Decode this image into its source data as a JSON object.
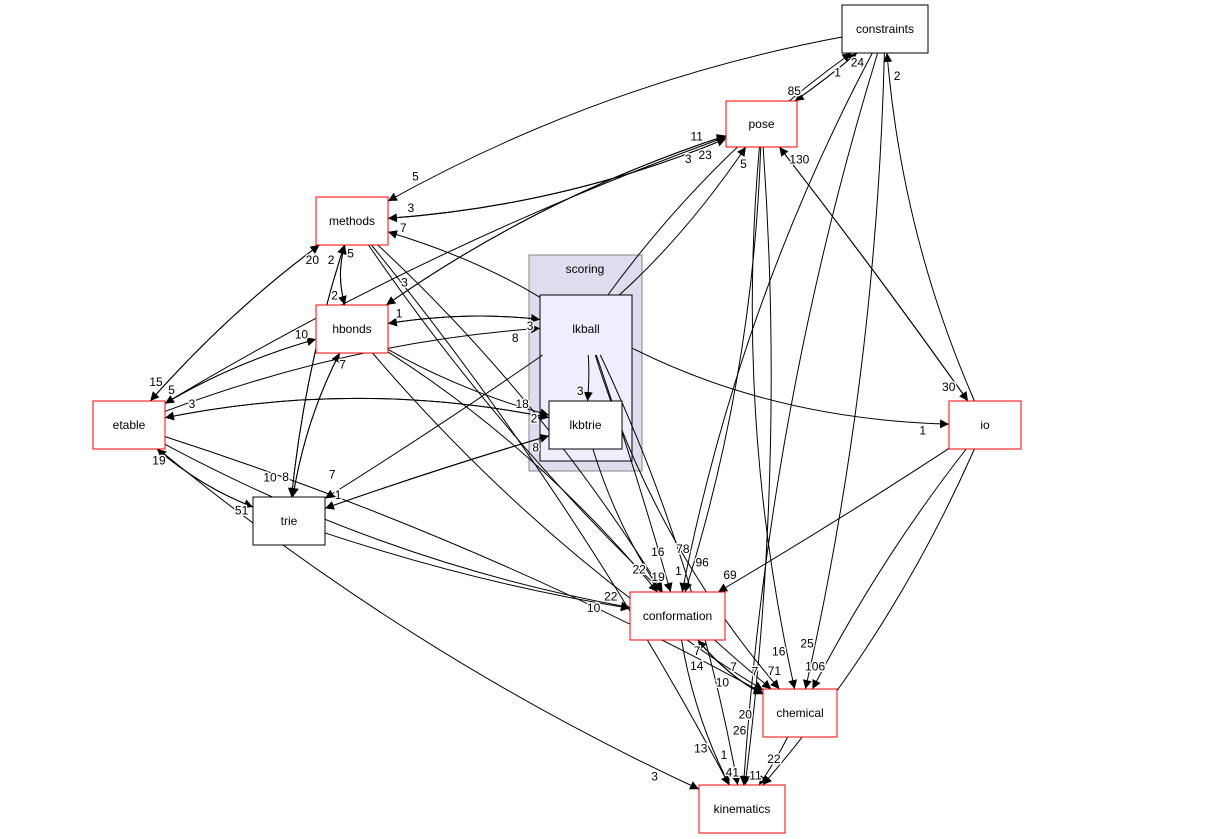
{
  "cluster": {
    "label": "scoring",
    "fill": "#ddddee",
    "inner_fill": "#eeeeff"
  },
  "colors": {
    "linked_border": "#ff0000",
    "plain_border": "#000000",
    "edge": "#000000"
  },
  "nodes": [
    {
      "id": "constraints",
      "label": "constraints",
      "border": "plain"
    },
    {
      "id": "pose",
      "label": "pose",
      "border": "linked"
    },
    {
      "id": "methods",
      "label": "methods",
      "border": "linked"
    },
    {
      "id": "hbonds",
      "label": "hbonds",
      "border": "linked"
    },
    {
      "id": "etable",
      "label": "etable",
      "border": "linked"
    },
    {
      "id": "trie",
      "label": "trie",
      "border": "plain"
    },
    {
      "id": "lkball",
      "label": "lkball",
      "border": "plain"
    },
    {
      "id": "lkbtrie",
      "label": "lkbtrie",
      "border": "plain"
    },
    {
      "id": "io",
      "label": "io",
      "border": "linked"
    },
    {
      "id": "conformation",
      "label": "conformation",
      "border": "linked"
    },
    {
      "id": "chemical",
      "label": "chemical",
      "border": "linked"
    },
    {
      "id": "kinematics",
      "label": "kinematics",
      "border": "linked"
    }
  ],
  "edges": [
    {
      "from": "lkball",
      "to": "constraints",
      "count": "1"
    },
    {
      "from": "constraints",
      "to": "methods",
      "count": "5"
    },
    {
      "from": "constraints",
      "to": "pose",
      "count": "85"
    },
    {
      "from": "pose",
      "to": "constraints",
      "count": "24"
    },
    {
      "from": "io",
      "to": "constraints",
      "count": "2"
    },
    {
      "from": "constraints",
      "to": "conformation",
      "count": "78"
    },
    {
      "from": "constraints",
      "to": "chemical",
      "count": "25"
    },
    {
      "from": "constraints",
      "to": "kinematics",
      "count": "26"
    },
    {
      "from": "pose",
      "to": "methods",
      "count": "3"
    },
    {
      "from": "methods",
      "to": "pose",
      "count": "23"
    },
    {
      "from": "hbonds",
      "to": "pose",
      "count": "11"
    },
    {
      "from": "pose",
      "to": "hbonds",
      "count": "3"
    },
    {
      "from": "etable",
      "to": "pose",
      "count": "3"
    },
    {
      "from": "lkball",
      "to": "pose",
      "count": "5"
    },
    {
      "from": "pose",
      "to": "io",
      "count": "30"
    },
    {
      "from": "io",
      "to": "pose",
      "count": "130"
    },
    {
      "from": "pose",
      "to": "conformation",
      "count": "96"
    },
    {
      "from": "pose",
      "to": "chemical",
      "count": "16"
    },
    {
      "from": "pose",
      "to": "kinematics",
      "count": "20"
    },
    {
      "from": "methods",
      "to": "hbonds",
      "count": "2"
    },
    {
      "from": "hbonds",
      "to": "methods",
      "count": "5"
    },
    {
      "from": "methods",
      "to": "etable",
      "count": "15"
    },
    {
      "from": "etable",
      "to": "methods",
      "count": "20"
    },
    {
      "from": "methods",
      "to": "trie",
      "count": "8"
    },
    {
      "from": "trie",
      "to": "methods",
      "count": "2"
    },
    {
      "from": "lkball",
      "to": "methods",
      "count": "7"
    },
    {
      "from": "methods",
      "to": "conformation",
      "count": "22"
    },
    {
      "from": "methods",
      "to": "chemical",
      "count": "7"
    },
    {
      "from": "methods",
      "to": "kinematics",
      "count": "13"
    },
    {
      "from": "hbonds",
      "to": "etable",
      "count": "5"
    },
    {
      "from": "etable",
      "to": "hbonds",
      "count": "10"
    },
    {
      "from": "hbonds",
      "to": "trie",
      "count": "10"
    },
    {
      "from": "trie",
      "to": "hbonds",
      "count": "7"
    },
    {
      "from": "lkball",
      "to": "hbonds",
      "count": "1"
    },
    {
      "from": "hbonds",
      "to": "lkball",
      "count": "3"
    },
    {
      "from": "hbonds",
      "to": "lkbtrie",
      "count": "2"
    },
    {
      "from": "hbonds",
      "to": "conformation",
      "count": "16"
    },
    {
      "from": "hbonds",
      "to": "chemical",
      "count": "10"
    },
    {
      "from": "etable",
      "to": "lkball",
      "count": "8"
    },
    {
      "from": "lkbtrie",
      "to": "etable",
      "count": "3"
    },
    {
      "from": "etable",
      "to": "lkbtrie",
      "count": "18"
    },
    {
      "from": "etable",
      "to": "trie",
      "count": "51"
    },
    {
      "from": "trie",
      "to": "etable",
      "count": "19"
    },
    {
      "from": "etable",
      "to": "conformation",
      "count": "10"
    },
    {
      "from": "etable",
      "to": "chemical",
      "count": "14"
    },
    {
      "from": "etable",
      "to": "kinematics",
      "count": "3"
    },
    {
      "from": "trie",
      "to": "lkbtrie",
      "count": "8"
    },
    {
      "from": "lkbtrie",
      "to": "trie",
      "count": "1"
    },
    {
      "from": "lkball",
      "to": "trie",
      "count": "7"
    },
    {
      "from": "trie",
      "to": "conformation",
      "count": "22"
    },
    {
      "from": "lkball",
      "to": "lkbtrie",
      "count": "3"
    },
    {
      "from": "lkball",
      "to": "io",
      "count": "1"
    },
    {
      "from": "lkball",
      "to": "conformation",
      "count": "19"
    },
    {
      "from": "lkball",
      "to": "chemical",
      "count": "7"
    },
    {
      "from": "lkball",
      "to": "kinematics",
      "count": "1"
    },
    {
      "from": "lkbtrie",
      "to": "conformation",
      "count": "1"
    },
    {
      "from": "io",
      "to": "conformation",
      "count": "69"
    },
    {
      "from": "io",
      "to": "chemical",
      "count": "106"
    },
    {
      "from": "io",
      "to": "kinematics",
      "count": "22"
    },
    {
      "from": "conformation",
      "to": "chemical",
      "count": "71"
    },
    {
      "from": "chemical",
      "to": "conformation",
      "count": "7"
    },
    {
      "from": "conformation",
      "to": "kinematics",
      "count": "41"
    },
    {
      "from": "chemical",
      "to": "kinematics",
      "count": "11"
    }
  ]
}
